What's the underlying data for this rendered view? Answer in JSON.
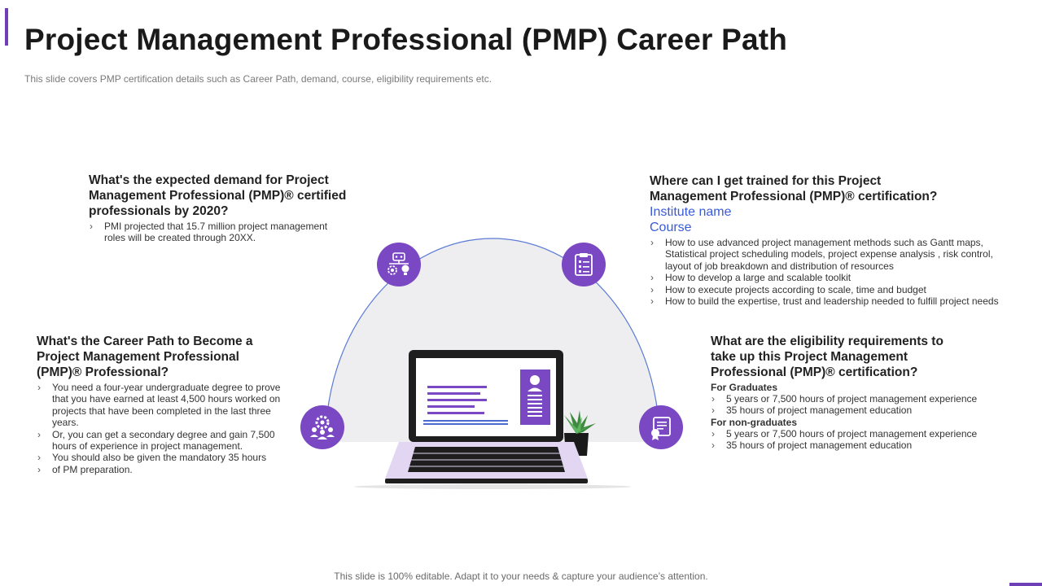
{
  "header": {
    "title": "Project Management Professional (PMP) Career Path",
    "subtitle": "This slide covers PMP certification details such as Career  Path, demand, course, eligibility requirements   etc."
  },
  "demand": {
    "heading": "What's the expected demand for Project Management Professional (PMP)® certified professionals  by 2020?",
    "bullets": [
      "PMI projected that 15.7 million project management roles will be created through 20XX."
    ]
  },
  "career": {
    "heading": "What's the Career Path to Become a Project Management Professional (PMP)® Professional?",
    "bullets": [
      "You need a four-year undergraduate degree to prove that you have earned at least 4,500 hours worked on projects that have been completed in the last three years.",
      "Or, you can get a secondary degree and gain 7,500 hours of experience in project management.",
      "You should also be given the mandatory 35 hours",
      "of PM  preparation."
    ]
  },
  "training": {
    "heading": "Where can I get trained for this Project Management Professional (PMP)® certification?",
    "institute": "Institute  name",
    "course": "Course",
    "bullets": [
      "How to use advanced project management methods such as Gantt maps, Statistical project scheduling models, project expense analysis , risk control, layout of job breakdown and distribution of resources",
      "How to develop a large and scalable toolkit",
      "How to execute projects according to scale, time and budget",
      "How to build the expertise, trust and leadership needed to fulfill project needs"
    ]
  },
  "eligibility": {
    "heading": "What are the eligibility requirements to take up this Project Management Professional (PMP)® certification?",
    "groups": [
      {
        "label": "For Graduates",
        "bullets": [
          "5 years or 7,500 hours of project management experience",
          "35 hours of project management education"
        ]
      },
      {
        "label": "For  non-graduates",
        "bullets": [
          "5 years or 7,500 hours of project management experience",
          "35 hours of project management education"
        ]
      }
    ]
  },
  "icons": [
    "robot-lightbulb-icon",
    "clipboard-icon",
    "gear-team-icon",
    "certificate-icon"
  ],
  "colors": {
    "accent": "#7b48c4",
    "link": "#3a5bd9",
    "arc": "#5b7bd5"
  },
  "footer": "This slide is 100% editable. Adapt it to your needs & capture your audience’s attention."
}
